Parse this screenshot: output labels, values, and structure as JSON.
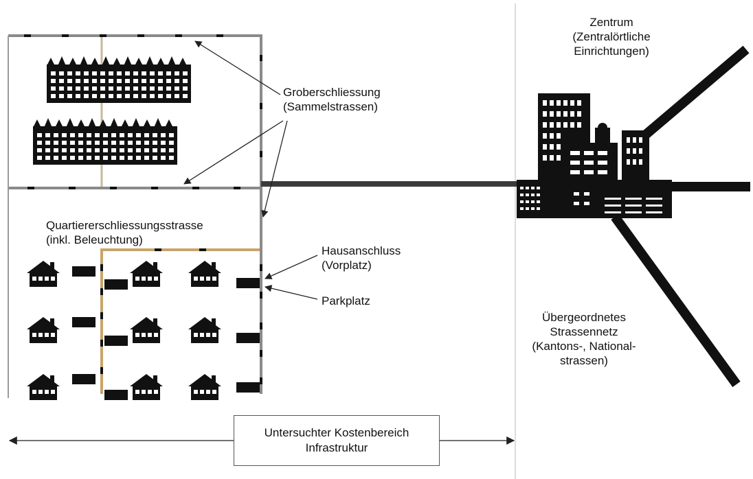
{
  "labels": {
    "groberschliessung_line1": "Groberschliessung",
    "groberschliessung_line2": "(Sammelstrassen)",
    "quartier_line1": "Quartiererschliessungsstrasse",
    "quartier_line2": "(inkl. Beleuchtung)",
    "hausanschluss_line1": "Hausanschluss",
    "hausanschluss_line2": "(Vorplatz)",
    "parkplatz": "Parkplatz",
    "zentrum_line1": "Zentrum",
    "zentrum_line2": "(Zentralörtliche",
    "zentrum_line3": "Einrichtungen)",
    "netz_line1": "Übergeordnetes",
    "netz_line2": "Strassennetz",
    "netz_line3": "(Kantons-, National-",
    "netz_line4": "strassen)",
    "kosten_line1": "Untersuchter Kostenbereich",
    "kosten_line2": "Infrastruktur"
  },
  "icons": [
    "apartment-block-icon",
    "house-icon",
    "parking-spot-icon",
    "city-center-icon"
  ],
  "colors": {
    "ink": "#111111",
    "road_gray": "#8a8a8a",
    "local_street": "#c8a46a",
    "main_road": "#3a3a3a"
  }
}
